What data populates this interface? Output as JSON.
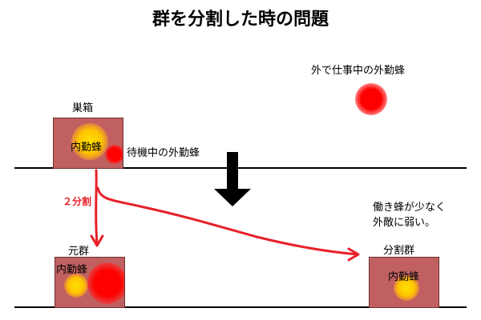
{
  "title": "群を分割した時の問題",
  "labels": {
    "hive_box": "巣箱",
    "foragers_working_outside": "外で仕事中の外勤蜂",
    "foragers_waiting": "待機中の外勤蜂",
    "split_two": "２分割",
    "original_colony": "元群",
    "split_colony": "分割群",
    "note_line1": "働き蜂が少なく",
    "note_line2": "外敵に弱い。"
  },
  "boxes": {
    "hive": {
      "inner_label": "内勤蜂"
    },
    "original": {
      "inner_label": "内勤蜂"
    },
    "split": {
      "inner_label": "内勤蜂"
    }
  },
  "colors": {
    "box_fill": "#c06060",
    "inner_bee": "#ffcc00",
    "forager_bee": "#ff0000",
    "arrow_red": "#e8202a",
    "arrow_black": "#000000"
  }
}
